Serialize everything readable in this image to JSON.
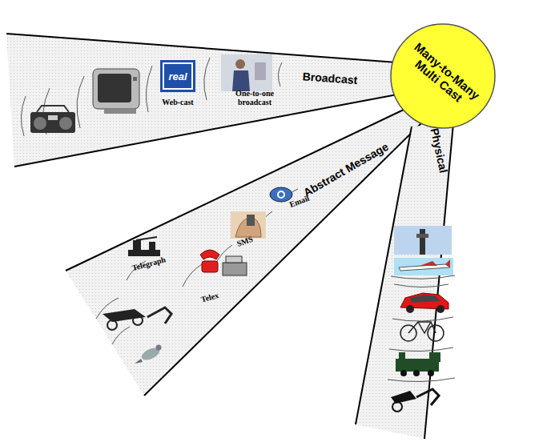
{
  "diagram": {
    "nodes": [
      {
        "text": [
          "Many-to-Many Multi Cast"
        ]
      },
      {
        "text": [
          "Broadcast",
          "Web-cast",
          "One-to-one broadcast"
        ]
      },
      {
        "text": [
          "Abstract Message",
          "Email",
          "SMS",
          "Telex",
          "Telegraph"
        ]
      },
      {
        "text": [
          "Physical"
        ]
      }
    ],
    "labels": [
      "real"
    ]
  }
}
